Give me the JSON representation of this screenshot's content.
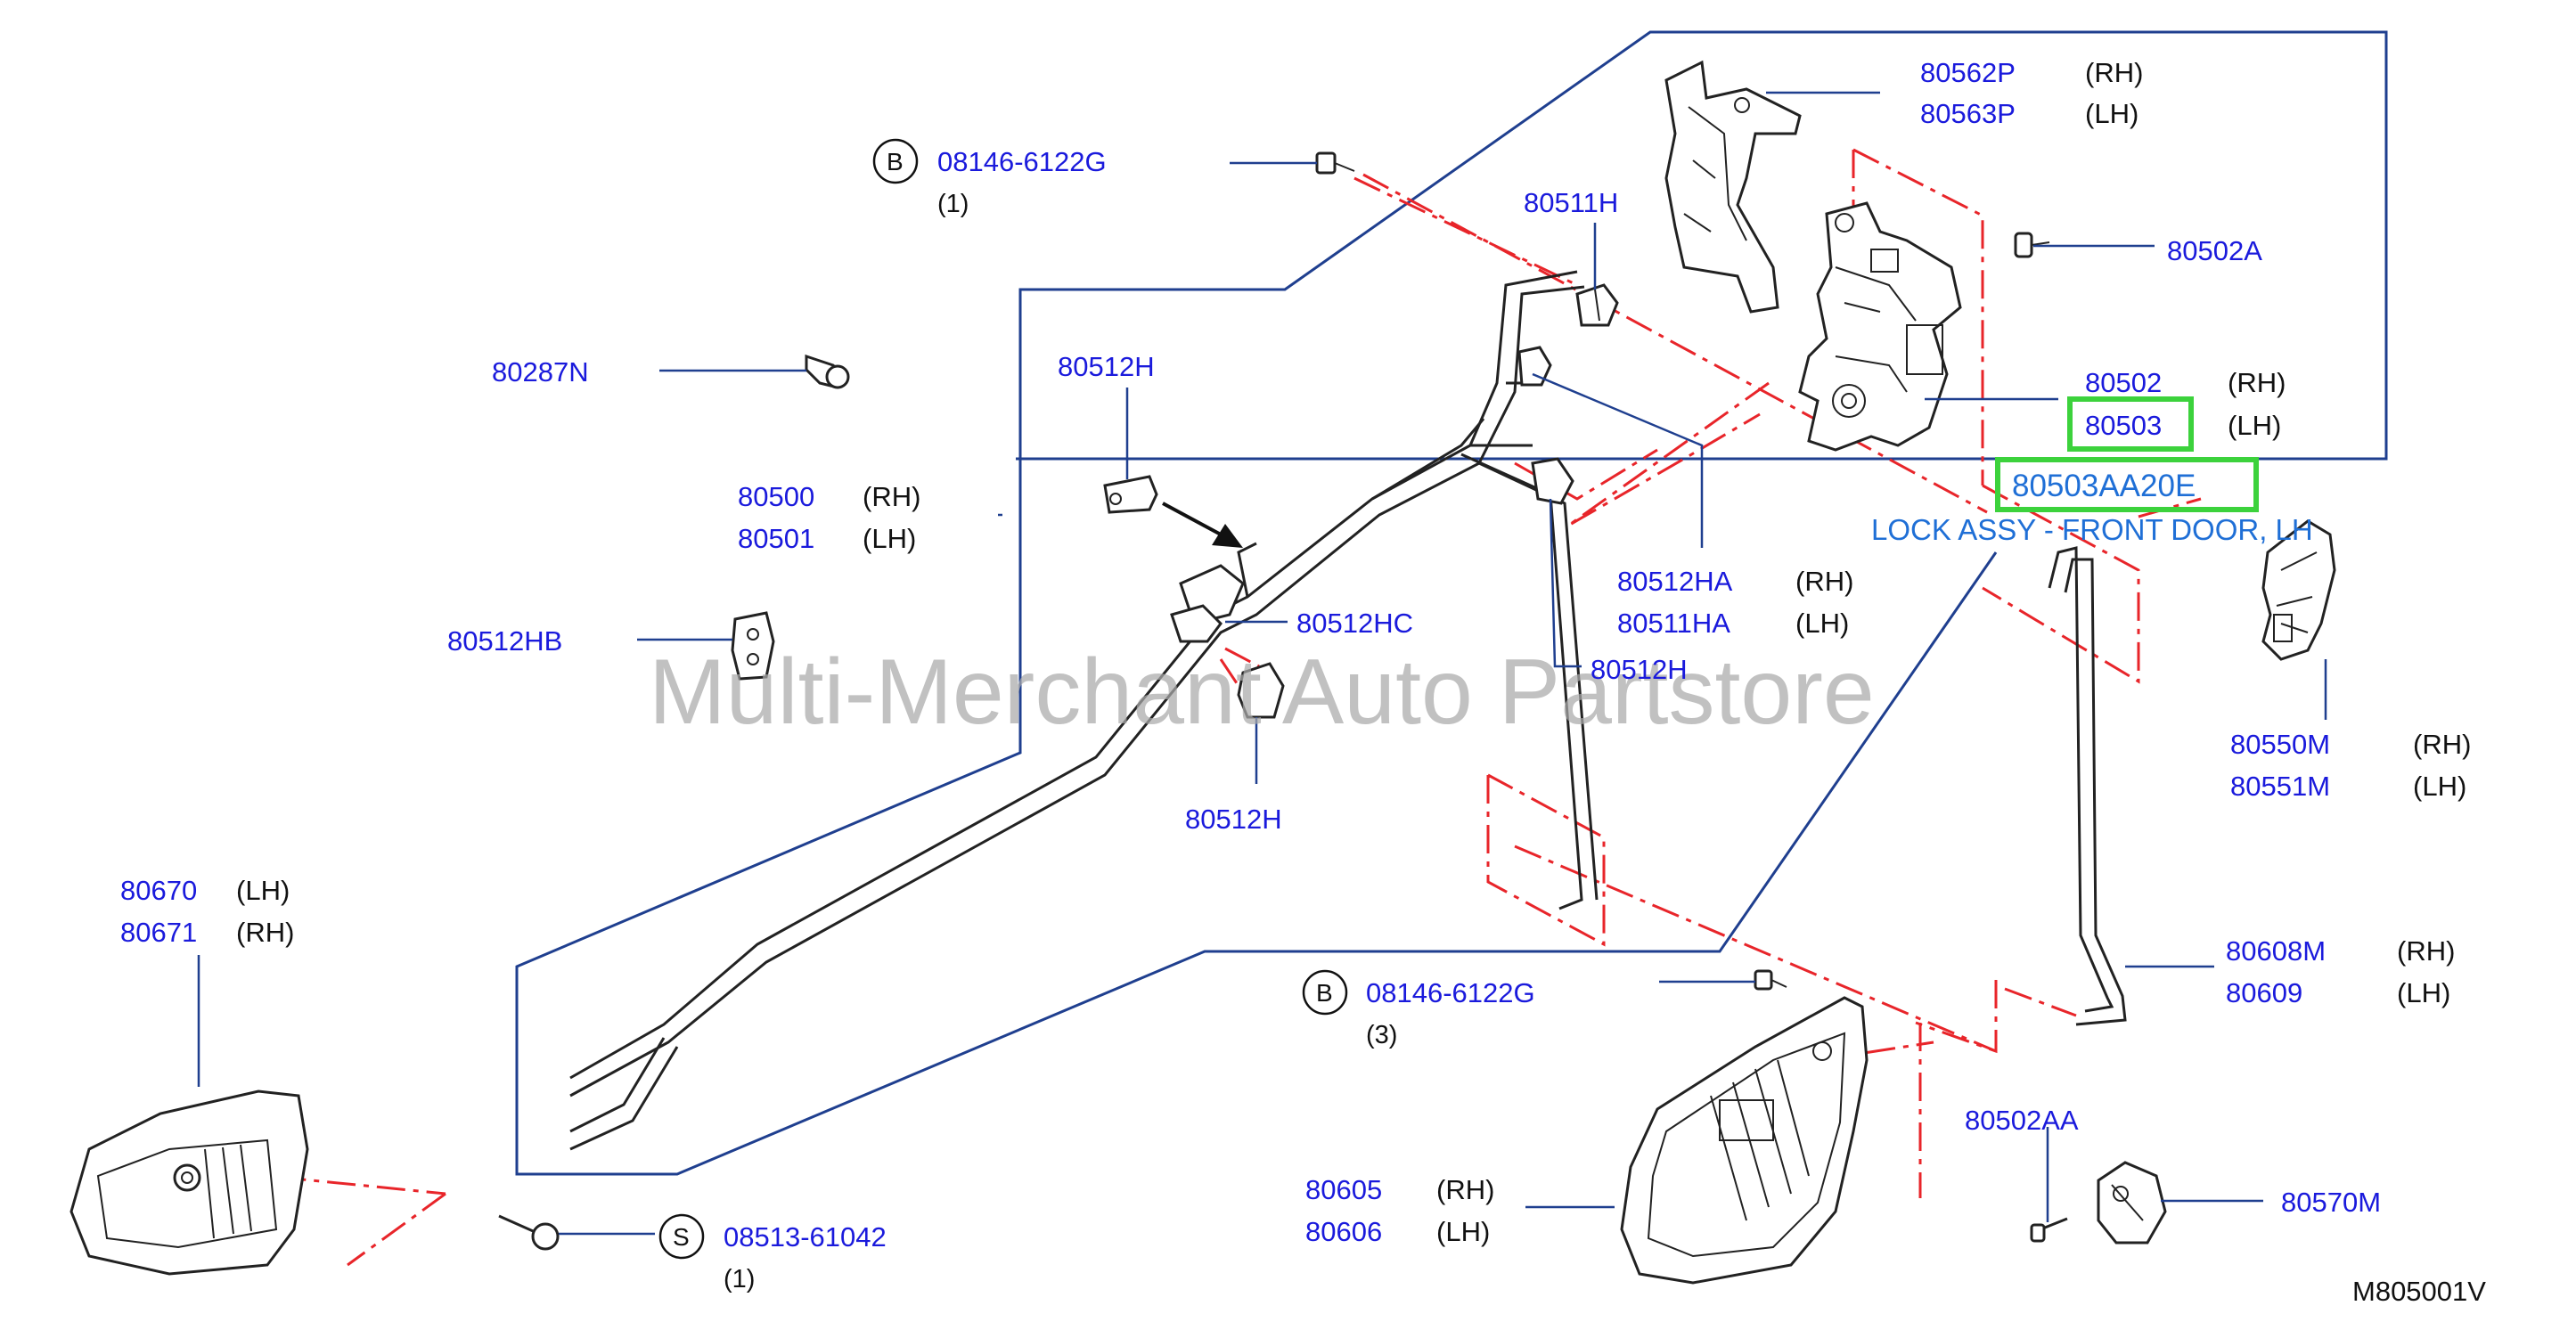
{
  "callouts": [
    {
      "id": "80562P",
      "side": "(RH)"
    },
    {
      "id": "80563P",
      "side": "(LH)"
    },
    {
      "id": "08146-6122G",
      "symbol": "B",
      "qty": "(1)"
    },
    {
      "id": "80511H"
    },
    {
      "id": "80502A"
    },
    {
      "id": "80287N"
    },
    {
      "id": "80512H"
    },
    {
      "id": "80502",
      "side": "(RH)"
    },
    {
      "id": "80503",
      "side": "(LH)"
    },
    {
      "id": "80500",
      "side": "(RH)"
    },
    {
      "id": "80501",
      "side": "(LH)"
    },
    {
      "id": "80512HA",
      "side": "(RH)"
    },
    {
      "id": "80511HA",
      "side": "(LH)"
    },
    {
      "id": "80512HB"
    },
    {
      "id": "80512HC"
    },
    {
      "id": "80512H"
    },
    {
      "id": "80550M",
      "side": "(RH)"
    },
    {
      "id": "80551M",
      "side": "(LH)"
    },
    {
      "id": "80512H"
    },
    {
      "id": "80670",
      "side": "(LH)"
    },
    {
      "id": "80671",
      "side": "(RH)"
    },
    {
      "id": "80608M",
      "side": "(RH)"
    },
    {
      "id": "80609",
      "side": "(LH)"
    },
    {
      "id": "08146-6122G",
      "symbol": "B",
      "qty": "(3)"
    },
    {
      "id": "80502AA"
    },
    {
      "id": "80605",
      "side": "(RH)"
    },
    {
      "id": "80606",
      "side": "(LH)"
    },
    {
      "id": "80570M"
    },
    {
      "id": "08513-61042",
      "symbol": "S",
      "qty": "(1)"
    }
  ],
  "highlight": {
    "part_number": "80503AA20E",
    "description": "LOCK ASSY - FRONT DOOR, LH",
    "box_color": "#3cd23c"
  },
  "watermark": "Multi-Merchant Auto Partstore",
  "diagram_code": "M805001V",
  "colors": {
    "part_number_text": "#1a1adc",
    "leader_line": "#1f3f8f",
    "phantom_line": "#e8252a",
    "highlight_text": "#1f6fd6"
  }
}
